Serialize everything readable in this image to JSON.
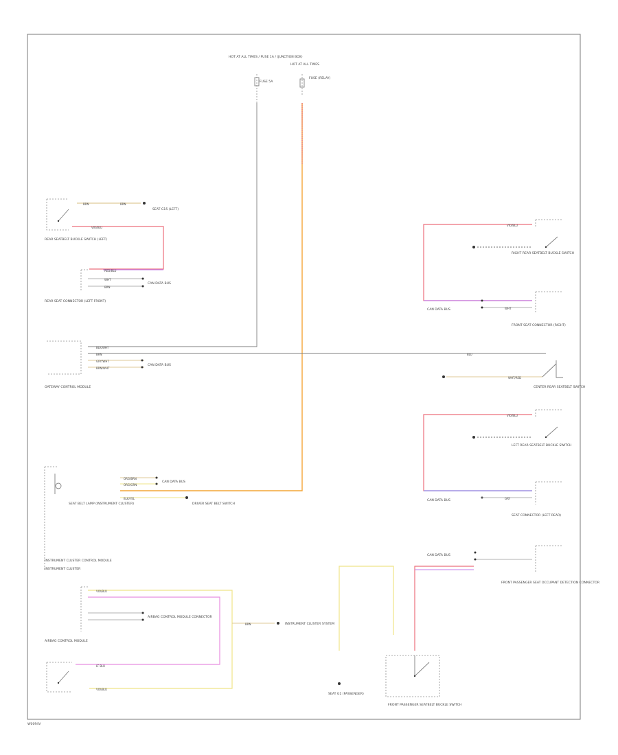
{
  "page": {
    "bottom_code": "W0094V"
  },
  "colors": {
    "gray": "#8a8a8a",
    "orange": "#f4a537",
    "red": "#ec6f7c",
    "violet": "#c47ee8",
    "pink": "#e88ee0",
    "yellow": "#efe487",
    "tan": "#dfc997",
    "blue": "#8f8ff0",
    "black": "#3a3a3a"
  },
  "labels": {
    "top_fuse_left": "HOT AT ALL TIMES / FUSE 1A / (JUNCTION BOX)",
    "top_fuse_left_sub": "FUSE 5A",
    "top_fuse_right": "HOT AT ALL TIMES",
    "top_fuse_right_sub": "FUSE (RELAY)",
    "rear_seat_left_switch": "REAR SEATBELT BUCKLE SWITCH (LEFT)",
    "ground_left_top": "SEAT G15 (LEFT)",
    "left_seat_connector": "REAR SEAT CONNECTOR (LEFT FRONT)",
    "can_data": "CAN DATA BUS",
    "gateway": "GATEWAY CONTROL MODULE",
    "instrument_cluster": "INSTRUMENT CLUSTER",
    "instrument_cluster_ctrl": "INSTRUMENT CLUSTER CONTROL MODULE",
    "instrument_cluster_note": "SEAT BELT LAMP (INSTRUMENT CLUSTER)",
    "airbag_module": "AIRBAG CONTROL MODULE",
    "airbag_connector": "AIRBAG CONTROL MODULE CONNECTOR",
    "driver_buckle": "DRIVER SEAT BELT SWITCH",
    "to_cluster": "INSTRUMENT CLUSTER SYSTEM",
    "right_rear_switch": "RIGHT REAR SEATBELT BUCKLE SWITCH",
    "right_rear_connector": "FRONT SEAT CONNECTOR (RIGHT)",
    "center_rear_switch": "CENTER REAR SEATBELT SWITCH",
    "left_rear_switch": "LEFT REAR SEATBELT BUCKLE SWITCH",
    "left_rear_connector": "SEAT CONNECTOR (LEFT REAR)",
    "passenger_seat_connector": "FRONT PASSENGER SEAT OCCUPANT DETECTION CONNECTOR",
    "passenger_buckle": "FRONT PASSENGER SEATBELT BUCKLE SWITCH",
    "ground_bottom": "SEAT G1 (PASSENGER)",
    "can_left_1": "CAN DATA BUS",
    "can_left_2": "CAN DATA BUS",
    "can_right_1": "CAN DATA BUS",
    "can_right_2": "CAN DATA BUS",
    "can_right_3": "CAN DATA BUS"
  },
  "wire_codes": {
    "w1": "BRN",
    "w2": "BRN",
    "w3": "VIO/BLU",
    "w4": "WHT",
    "w5": "RED/BLU",
    "w6": "BRN",
    "w7": "BLK/WHT",
    "w8": "BRN",
    "w9": "GRY/WHT",
    "w10": "BRN/WHT",
    "w11": "VIO/BLU",
    "w12": "ORG/BRN",
    "w13": "ORG/GRN",
    "w14": "VIO/BLU",
    "w15": "BLK/YEL",
    "w16": "WHT",
    "w17": "BLU",
    "w18": "GRY",
    "w19": "WHT/RED",
    "w20": "VIO/BLU",
    "w21": "LT BLU",
    "w22": "VIO/BLU",
    "w23": "BRN"
  }
}
